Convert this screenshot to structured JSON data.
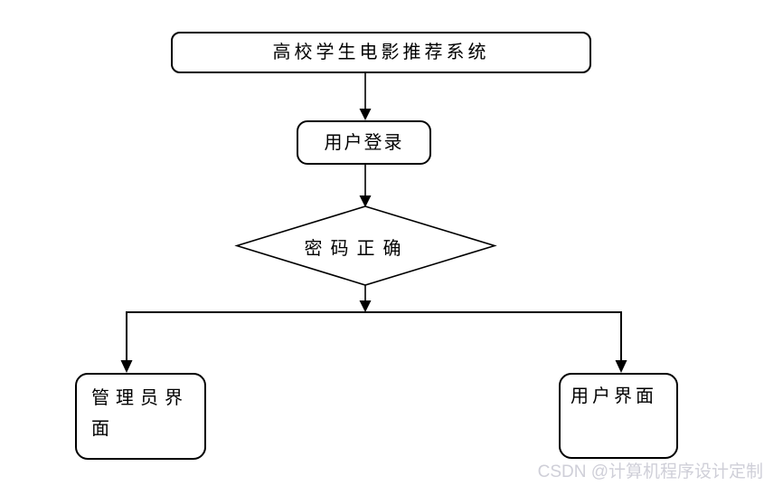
{
  "theme": {
    "stroke": "#000000",
    "node-fill": "#ffffff",
    "background": "#ffffff",
    "watermark": "#cfcfd8"
  },
  "flowchart": {
    "nodes": {
      "title": {
        "type": "rounded-rect",
        "label": "高校学生电影推荐系统"
      },
      "login": {
        "type": "rounded-rect",
        "label": "用户登录"
      },
      "decision": {
        "type": "diamond",
        "label": "密码正确"
      },
      "admin": {
        "type": "rounded-rect",
        "lines": [
          "管 理 员 界",
          "面"
        ]
      },
      "user": {
        "type": "rounded-rect",
        "label": "用户界面"
      }
    }
  },
  "watermark": {
    "text": "CSDN @计算机程序设计定制"
  }
}
